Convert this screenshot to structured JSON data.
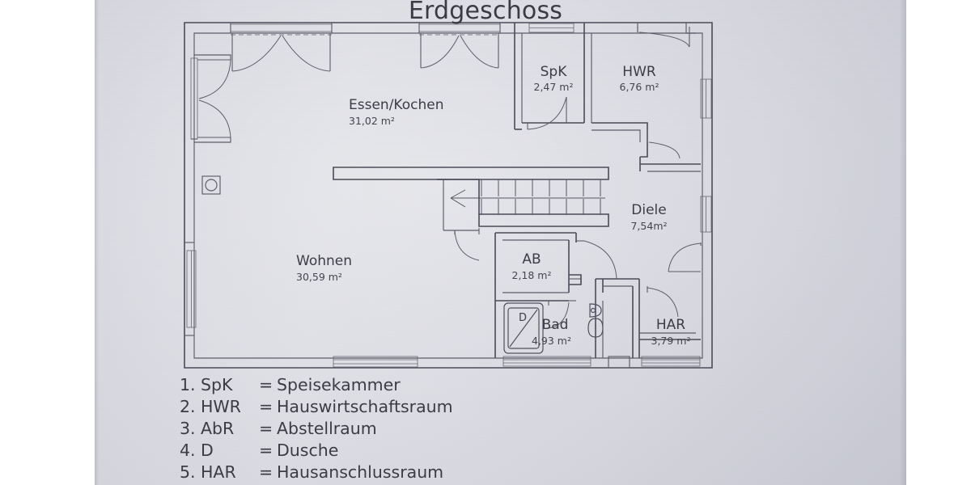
{
  "document": {
    "title": "Erdgeschoss",
    "sheet_background": "#d6d7de",
    "ink_color": "#4a4b57"
  },
  "rooms": [
    {
      "id": "essen-kochen",
      "name": "Essen/Kochen",
      "area": "31,02 m²"
    },
    {
      "id": "wohnen",
      "name": "Wohnen",
      "area": "30,59 m²"
    },
    {
      "id": "spk",
      "name": "SpK",
      "area": "2,47 m²"
    },
    {
      "id": "hwr",
      "name": "HWR",
      "area": "6,76 m²"
    },
    {
      "id": "diele",
      "name": "Diele",
      "area": "7,54m²"
    },
    {
      "id": "ab",
      "name": "AB",
      "area": "2,18 m²"
    },
    {
      "id": "bad",
      "name": "Bad",
      "area": "4,93 m²"
    },
    {
      "id": "har",
      "name": "HAR",
      "area": "3,79 m²"
    }
  ],
  "fixtures": [
    {
      "id": "shower",
      "label": "D"
    }
  ],
  "legend": {
    "rows": [
      {
        "num": "1.",
        "abbr": "SpK",
        "eq": "=",
        "full": "Speisekammer"
      },
      {
        "num": "2.",
        "abbr": "HWR",
        "eq": "=",
        "full": "Hauswirtschaftsraum"
      },
      {
        "num": "3.",
        "abbr": "AbR",
        "eq": "=",
        "full": "Abstellraum"
      },
      {
        "num": "4.",
        "abbr": "D",
        "eq": "=",
        "full": "Dusche"
      },
      {
        "num": "5.",
        "abbr": "HAR",
        "eq": "=",
        "full": "Hausanschlussraum"
      }
    ]
  }
}
